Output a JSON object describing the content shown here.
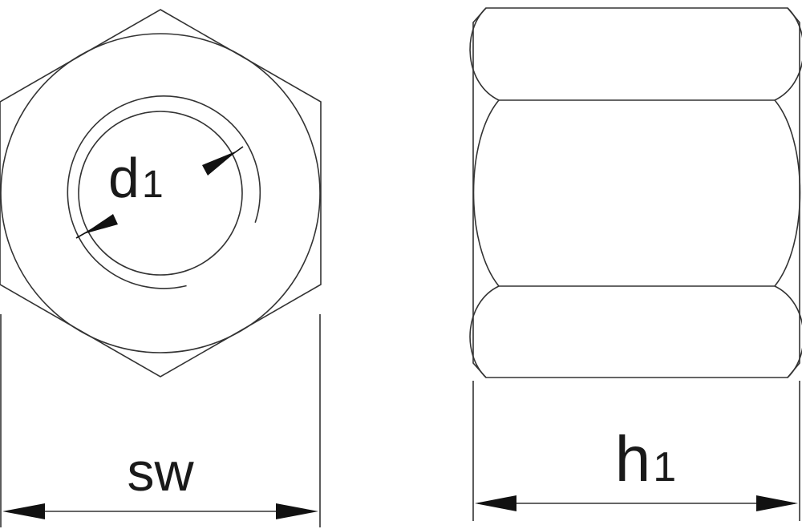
{
  "labels": {
    "diameter": {
      "main": "d",
      "sub": "1"
    },
    "width_across_flats": "sw",
    "height": {
      "main": "h",
      "sub": "1"
    }
  },
  "colors": {
    "line": "#333333",
    "arrow": "#111111",
    "background": "#ffffff"
  }
}
